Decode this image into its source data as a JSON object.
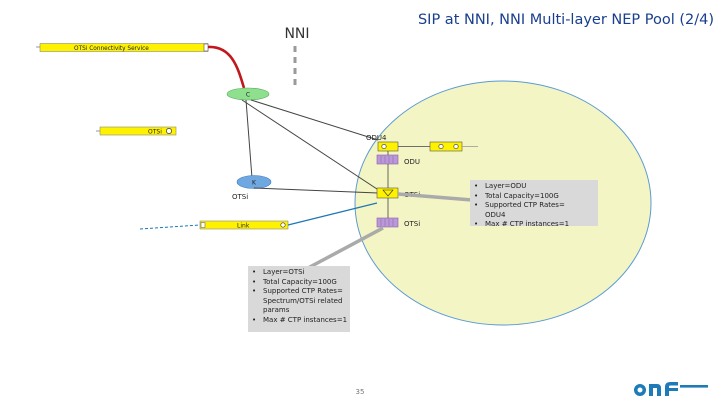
{
  "slide": {
    "title": "SIP at NNI, NNI Multi-layer NEP Pool (2/4)",
    "nni_label": "NNI",
    "page_number": "35"
  },
  "diagram": {
    "connectivity_service_label": "OTSi Connectivity Service",
    "node_c_label": "C",
    "node_k_label": "K",
    "otsi_bar_label": "OTSi",
    "link_bar_label": "Link",
    "odu4_label": "ODU4",
    "odu_label": "ODU",
    "otsi_label_upper": "OTSi",
    "otsi_label_lower": "OTSi",
    "otsi_label_left": "OTSi"
  },
  "otsi_properties": [
    "Layer=OTSi",
    "Total Capacity=100G",
    "Supported CTP Rates= Spectrum/OTSi related params",
    "Max # CTP instances=1"
  ],
  "odu_properties": [
    "Layer=ODU",
    "Total Capacity=100G",
    "Supported CTP Rates= ODU4",
    "Max # CTP instances=1"
  ],
  "logo": {
    "text": "onf",
    "color": "#1e7bb8"
  },
  "colors": {
    "title": "#1a3f8f",
    "yellow_bar": "#fff200",
    "pool_fill": "#f4f5c4",
    "node_c": "#8ee08e",
    "node_k": "#6fa8e0",
    "red_line": "#c0181d",
    "grey_line": "#aaaaaa",
    "blue_link": "#1e77b4",
    "purple": "#8a5ab0"
  }
}
